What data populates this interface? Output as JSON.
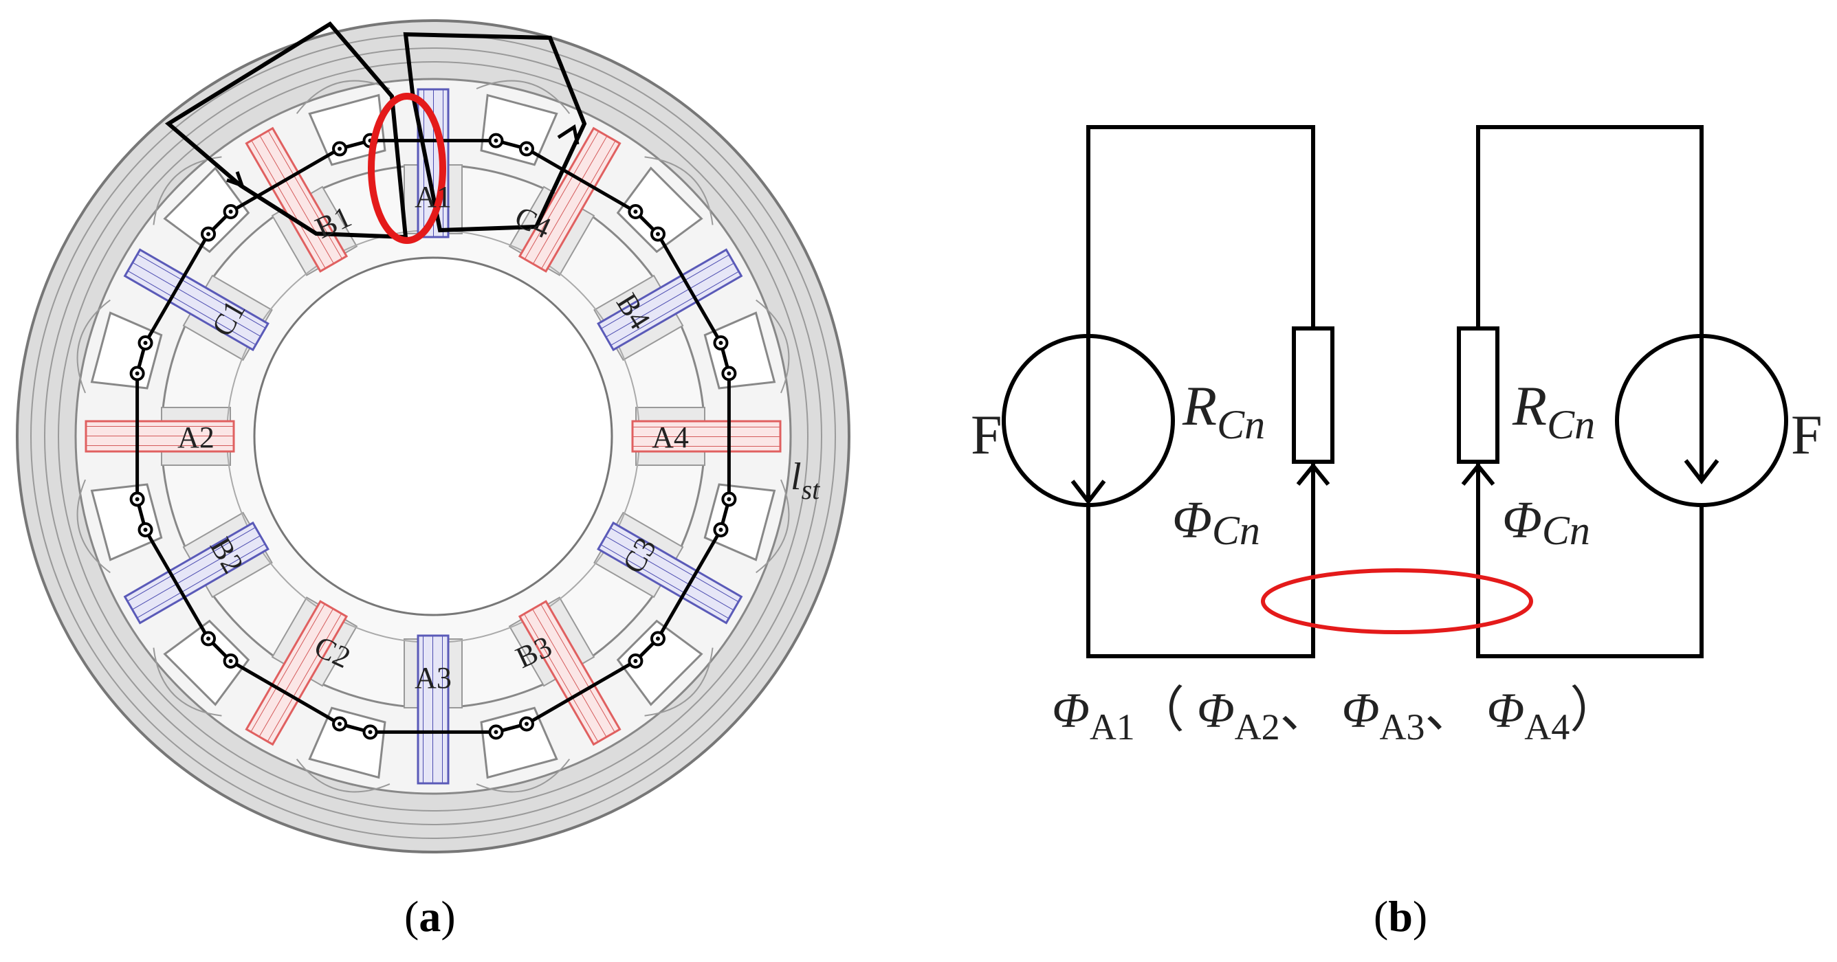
{
  "panel_a": {
    "caption": {
      "open": "(",
      "letter": "a",
      "close": ")"
    },
    "coil_labels": [
      "A1",
      "B1",
      "C1",
      "A2",
      "B2",
      "C2",
      "A3",
      "B3",
      "C3",
      "A4",
      "B4",
      "C4"
    ],
    "length_label": {
      "main": "l",
      "sub": "st"
    }
  },
  "panel_b": {
    "caption": {
      "open": "(",
      "letter": "b",
      "close": ")"
    },
    "source_left": "F",
    "source_right": "F",
    "resistor_left": {
      "main": "R",
      "sub": "Cn"
    },
    "resistor_right": {
      "main": "R",
      "sub": "Cn"
    },
    "flux_left": {
      "main": "Φ",
      "sub": "Cn"
    },
    "flux_right": {
      "main": "Φ",
      "sub": "Cn"
    },
    "bottom_label": [
      {
        "main": "Φ",
        "sub": "A1",
        "after": "（"
      },
      {
        "main": "Φ",
        "sub": "A2",
        "after": "、"
      },
      {
        "main": "Φ",
        "sub": "A3",
        "after": "、"
      },
      {
        "main": "Φ",
        "sub": "A4",
        "after": "）"
      }
    ]
  },
  "colors": {
    "red_coil": "#e06060",
    "blue_coil": "#5a5ab8",
    "highlight": "#e41a1a",
    "wire": "#000000",
    "field_line": "#9a9a9a"
  }
}
